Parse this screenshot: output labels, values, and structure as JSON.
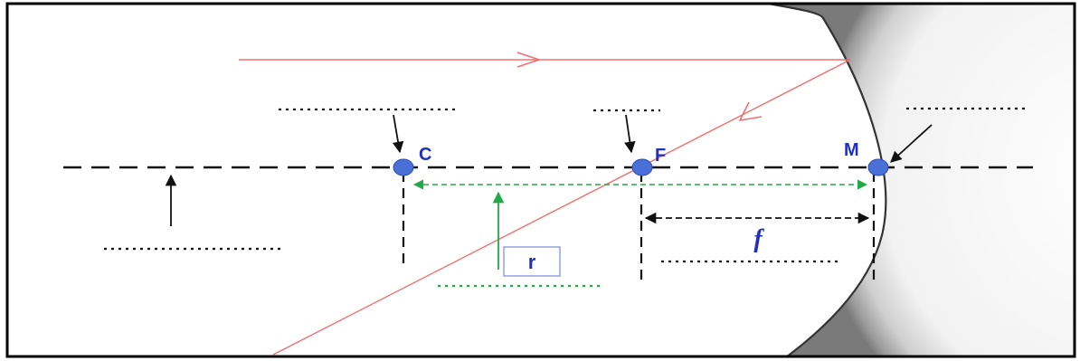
{
  "diagram": {
    "points": {
      "center_of_curvature": {
        "label": "C"
      },
      "focus": {
        "label": "F"
      },
      "pole": {
        "label": "M"
      }
    },
    "focal_length_label": "f",
    "radius_label": "r",
    "colors": {
      "ray": "#f07070",
      "axis": "#111111",
      "point_fill": "#4a6fd6",
      "point_label": "#1f2fc4",
      "radius_guide": "#22aa44",
      "blank_line": "#111111",
      "mirror_edge": "#333333",
      "frame": "#000000"
    }
  }
}
